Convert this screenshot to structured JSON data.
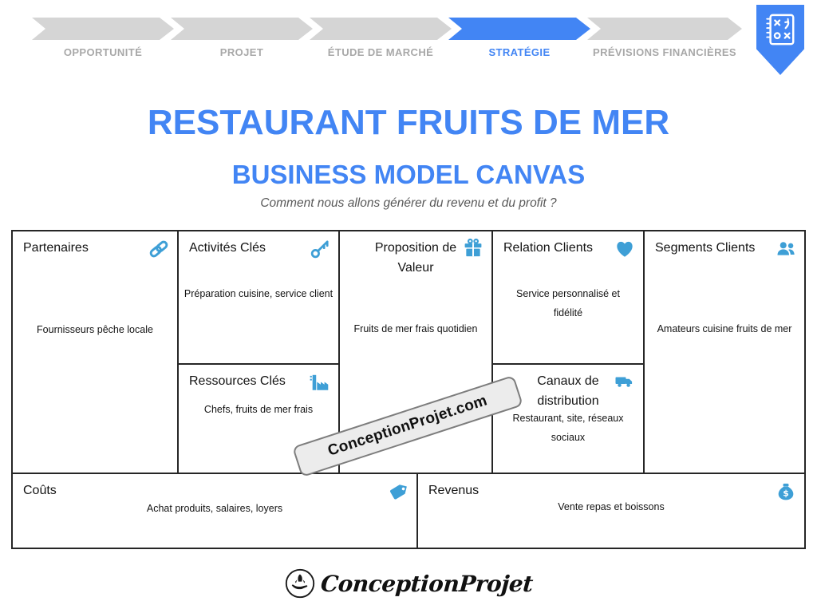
{
  "stepper": {
    "steps": [
      {
        "label": "OPPORTUNITÉ",
        "active": false
      },
      {
        "label": "PROJET",
        "active": false
      },
      {
        "label": "ÉTUDE DE MARCHÉ",
        "active": false
      },
      {
        "label": "STRATÉGIE",
        "active": true
      },
      {
        "label": "PRÉVISIONS FINANCIÈRES",
        "active": false
      }
    ],
    "bookmark_icon": "strategy-playbook-icon"
  },
  "header": {
    "title": "RESTAURANT FRUITS DE MER",
    "subtitle": "BUSINESS MODEL CANVAS",
    "tagline": "Comment nous allons générer du revenu et du profit ?"
  },
  "canvas": {
    "cells": {
      "partenaires": {
        "title": "Partenaires",
        "icon": "chain-link-icon",
        "body": "Fournisseurs pêche locale"
      },
      "activites": {
        "title": "Activités Clés",
        "icon": "key-icon",
        "body": "Préparation cuisine, service client"
      },
      "ressources": {
        "title": "Ressources Clés",
        "icon": "factory-icon",
        "body": "Chefs, fruits de mer frais"
      },
      "proposition": {
        "title": "Proposition de Valeur",
        "icon": "gift-icon",
        "body": "Fruits de mer frais quotidien"
      },
      "relation": {
        "title": "Relation Clients",
        "icon": "heart-icon",
        "body": "Service personnalisé et fidélité"
      },
      "canaux": {
        "title": "Canaux de distribution",
        "icon": "truck-icon",
        "body": "Restaurant, site, réseaux sociaux"
      },
      "segments": {
        "title": "Segments Clients",
        "icon": "users-icon",
        "body": "Amateurs cuisine fruits de mer"
      },
      "couts": {
        "title": "Coûts",
        "icon": "tag-icon",
        "body": "Achat produits, salaires, loyers"
      },
      "revenus": {
        "title": "Revenus",
        "icon": "money-bag-icon",
        "body": "Vente repas et boissons"
      }
    }
  },
  "watermark": {
    "text": "ConceptionProjet.com"
  },
  "footer": {
    "brand": "ConceptionProjet",
    "icon": "hand-holding-rocket-icon"
  },
  "colors": {
    "accent_blue": "#4285F4",
    "icon_blue": "#3E9FD6",
    "chevron_gray": "#D5D5D5",
    "step_label_gray": "#A8A8A8"
  }
}
